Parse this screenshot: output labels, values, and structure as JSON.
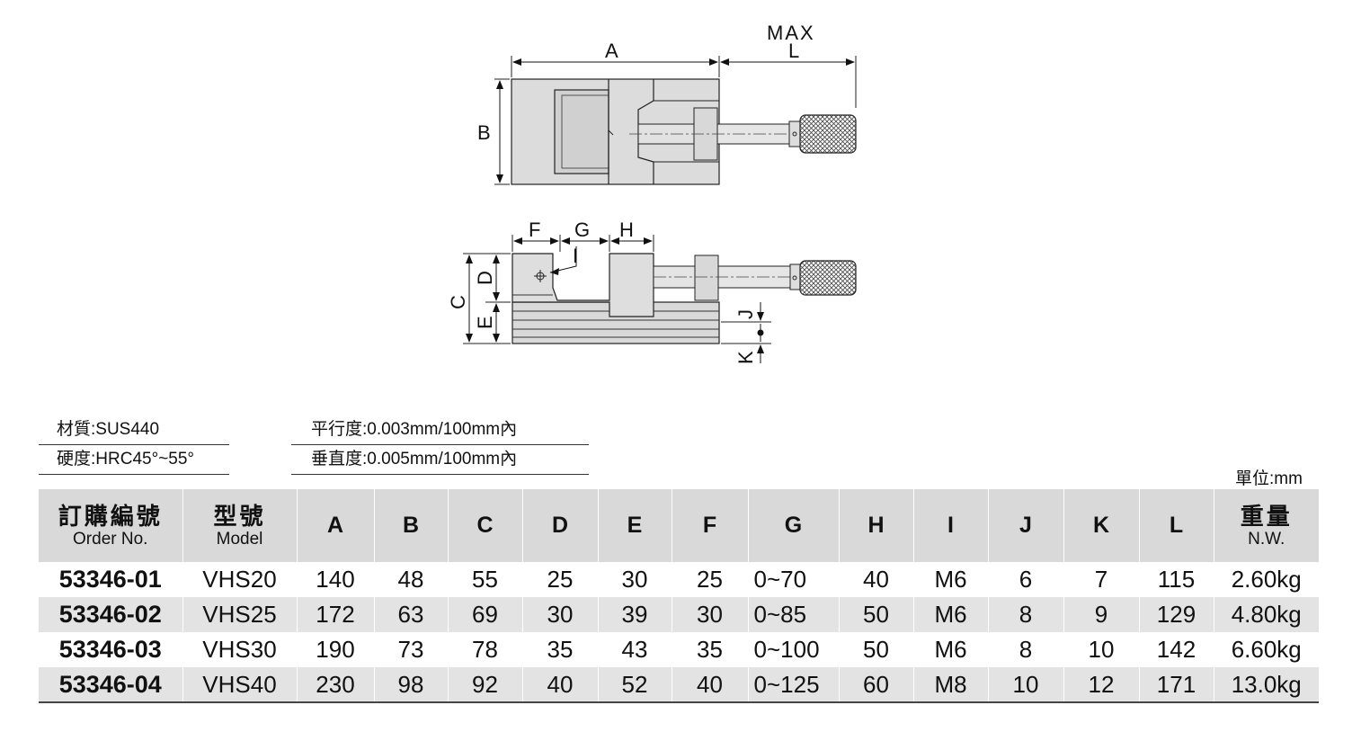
{
  "drawing_labels": {
    "top_view": {
      "a": "A",
      "max": "MAX",
      "l": "L",
      "b": "B"
    },
    "side_view": {
      "f": "F",
      "g": "G",
      "h": "H",
      "i": "I",
      "c": "C",
      "d": "D",
      "e": "E",
      "j": "J",
      "k": "K"
    }
  },
  "specs": {
    "material": "材質:SUS440",
    "hardness": "硬度:HRC45°~55°",
    "parallelism": "平行度:0.003mm/100mm內",
    "perpendicularity": "垂直度:0.005mm/100mm內"
  },
  "unit": "單位:mm",
  "table": {
    "headers": {
      "order_zh": "訂購編號",
      "order_en": "Order No.",
      "model_zh": "型號",
      "model_en": "Model",
      "a": "A",
      "b": "B",
      "c": "C",
      "d": "D",
      "e": "E",
      "f": "F",
      "g": "G",
      "h": "H",
      "i": "I",
      "j": "J",
      "k": "K",
      "l": "L",
      "nw_zh": "重量",
      "nw_en": "N.W."
    },
    "rows": [
      {
        "order": "53346-01",
        "model": "VHS20",
        "a": "140",
        "b": "48",
        "c": "55",
        "d": "25",
        "e": "30",
        "f": "25",
        "g": "0~70",
        "h": "40",
        "i": "M6",
        "j": "6",
        "k": "7",
        "l": "115",
        "nw": "2.60kg"
      },
      {
        "order": "53346-02",
        "model": "VHS25",
        "a": "172",
        "b": "63",
        "c": "69",
        "d": "30",
        "e": "39",
        "f": "30",
        "g": "0~85",
        "h": "50",
        "i": "M6",
        "j": "8",
        "k": "9",
        "l": "129",
        "nw": "4.80kg"
      },
      {
        "order": "53346-03",
        "model": "VHS30",
        "a": "190",
        "b": "73",
        "c": "78",
        "d": "35",
        "e": "43",
        "f": "35",
        "g": "0~100",
        "h": "50",
        "i": "M6",
        "j": "8",
        "k": "10",
        "l": "142",
        "nw": "6.60kg"
      },
      {
        "order": "53346-04",
        "model": "VHS40",
        "a": "230",
        "b": "98",
        "c": "92",
        "d": "40",
        "e": "52",
        "f": "40",
        "g": "0~125",
        "h": "60",
        "i": "M8",
        "j": "10",
        "k": "12",
        "l": "171",
        "nw": "13.0kg"
      }
    ]
  }
}
